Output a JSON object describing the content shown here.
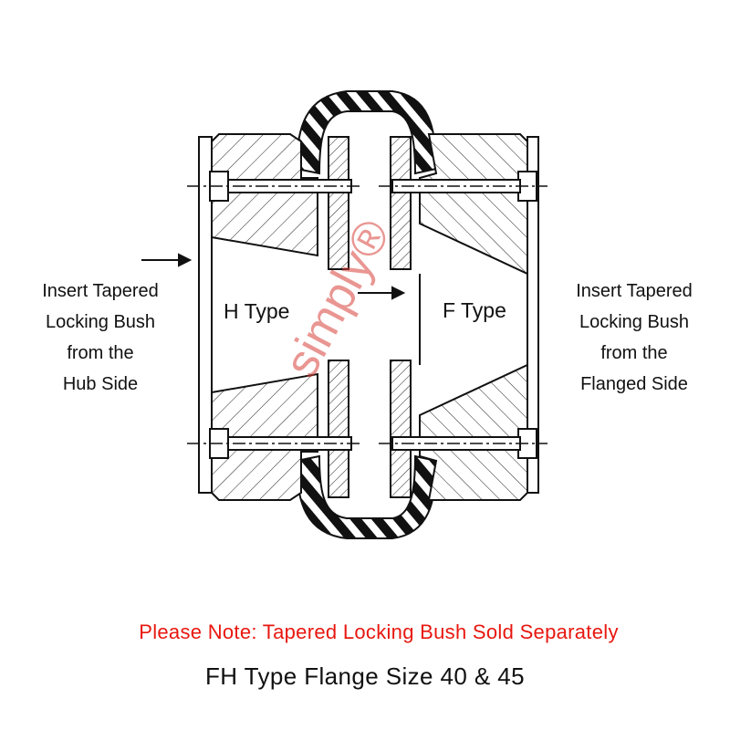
{
  "left_label": [
    "Insert Tapered",
    "Locking Bush",
    "from the",
    "Hub Side"
  ],
  "right_label": [
    "Insert Tapered",
    "Locking Bush",
    "from the",
    "Flanged Side"
  ],
  "h_type": "H Type",
  "f_type": "F Type",
  "watermark": "simply®",
  "note": "Please Note: Tapered Locking Bush Sold Separately",
  "title": "FH Type Flange Size 40 & 45",
  "colors": {
    "note": "#e8170f",
    "watermark": "#d8423a",
    "lines": "#111111"
  }
}
